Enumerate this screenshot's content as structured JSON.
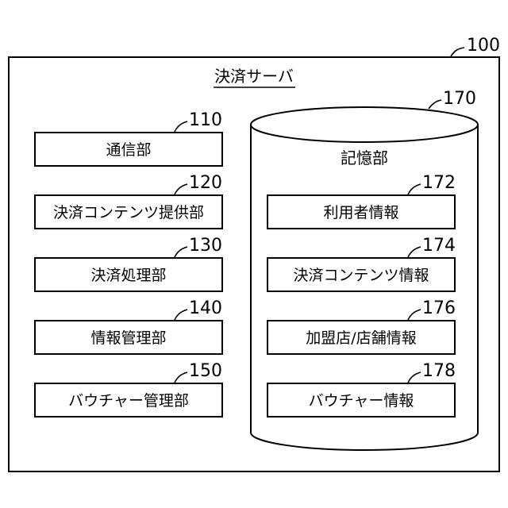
{
  "server": {
    "ref": "100",
    "title": "決済サーバ"
  },
  "modules": [
    {
      "ref": "110",
      "label": "通信部"
    },
    {
      "ref": "120",
      "label": "決済コンテンツ提供部"
    },
    {
      "ref": "130",
      "label": "決済処理部"
    },
    {
      "ref": "140",
      "label": "情報管理部"
    },
    {
      "ref": "150",
      "label": "バウチャー管理部"
    }
  ],
  "storage": {
    "ref": "170",
    "title": "記憶部",
    "items": [
      {
        "ref": "172",
        "label": "利用者情報"
      },
      {
        "ref": "174",
        "label": "決済コンテンツ情報"
      },
      {
        "ref": "176",
        "label": "加盟店/店舗情報"
      },
      {
        "ref": "178",
        "label": "バウチャー情報"
      }
    ]
  }
}
